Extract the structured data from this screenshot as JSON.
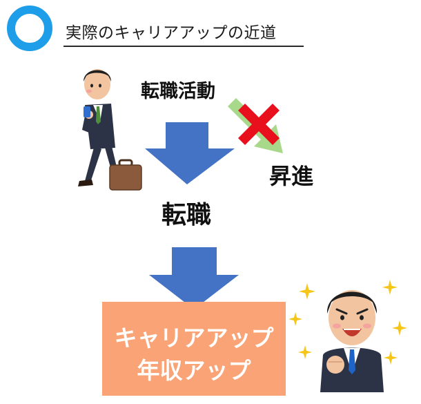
{
  "header": {
    "title": "実際のキャリアアップの近道"
  },
  "diagram": {
    "job_hunting_label": "転職活動",
    "promotion_label": "昇進",
    "job_change_label": "転職",
    "result_line1": "キャリアアップ",
    "result_line2": "年収アップ"
  },
  "colors": {
    "ring": "#1e9ee8",
    "arrow_blue": "#4472c4",
    "arrow_green": "#a8d88a",
    "cross_red": "#e8101c",
    "box_orange": "#f9a376",
    "star_yellow": "#f5c518"
  },
  "icons": {
    "header_marker": "blue-ring-icon",
    "walking_person": "businessman-with-phone-illustration",
    "happy_person": "smiling-businessman-illustration",
    "denied_mark": "red-x-icon",
    "sparkle": "sparkle-star-icon"
  }
}
